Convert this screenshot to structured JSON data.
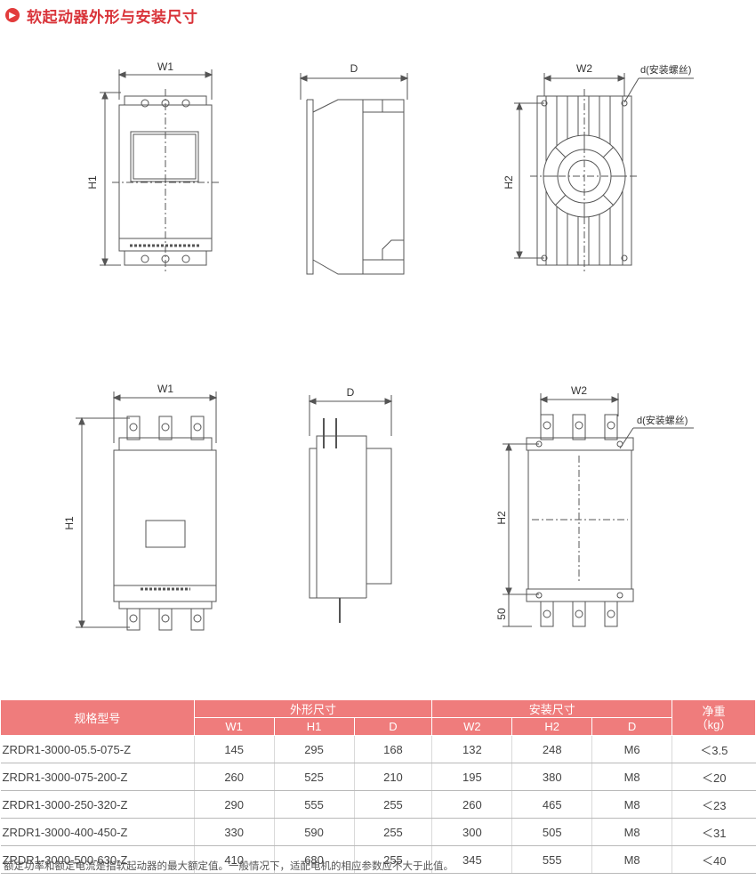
{
  "header": {
    "title": "软起动器外形与安装尺寸"
  },
  "drawings": {
    "labels": {
      "w1": "W1",
      "h1": "H1",
      "d": "D",
      "w2": "W2",
      "h2": "H2",
      "d_screw": "d(安装螺丝)",
      "h50": "50"
    }
  },
  "table": {
    "model_header": "规格型号",
    "outer_group": "外形尺寸",
    "mount_group": "安装尺寸",
    "weight_header": "净重\n（kg）",
    "sub_headers": [
      "W1",
      "H1",
      "D",
      "W2",
      "H2",
      "D"
    ],
    "rows": [
      [
        "ZRDR1-3000-05.5-075-Z",
        "145",
        "295",
        "168",
        "132",
        "248",
        "M6",
        "＜3.5"
      ],
      [
        "ZRDR1-3000-075-200-Z",
        "260",
        "525",
        "210",
        "195",
        "380",
        "M8",
        "＜20"
      ],
      [
        "ZRDR1-3000-250-320-Z",
        "290",
        "555",
        "255",
        "260",
        "465",
        "M8",
        "＜23"
      ],
      [
        "ZRDR1-3000-400-450-Z",
        "330",
        "590",
        "255",
        "300",
        "505",
        "M8",
        "＜31"
      ],
      [
        "ZRDR1-3000-500-630-Z",
        "410",
        "680",
        "255",
        "345",
        "555",
        "M8",
        "＜40"
      ]
    ]
  },
  "note": "额定功率和额定电流是指软起动器的最大额定值。一般情况下，适配电机的相应参数应不大于此值。"
}
